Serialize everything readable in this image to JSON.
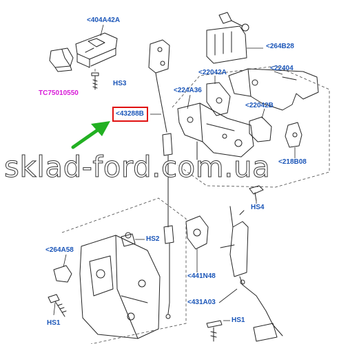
{
  "diagram": {
    "watermark": "sklad-ford.com.ua",
    "colors": {
      "label": "#1a55b8",
      "part_number": "#d81bd8",
      "highlight": "#e01010",
      "arrow": "#22b022",
      "line": "#222222",
      "watermark": "#ffffff"
    },
    "labels": {
      "p404A42A": "<404A42A",
      "tc75010550": "TC75010550",
      "hs3": "HS3",
      "p264B28": "<264B28",
      "p22042A": "<22042A",
      "p22404": "<22404",
      "p224A36": "<224A36",
      "p43288B": "<43288B",
      "p22042B": "<22042B",
      "p218B08": "<218B08",
      "hs4": "HS4",
      "hs2": "HS2",
      "p264A58": "<264A58",
      "p441N48": "<441N48",
      "p431A03": "<431A03",
      "hs1_left": "HS1",
      "hs1_right": "HS1"
    },
    "highlighted_part": "<43288B"
  }
}
